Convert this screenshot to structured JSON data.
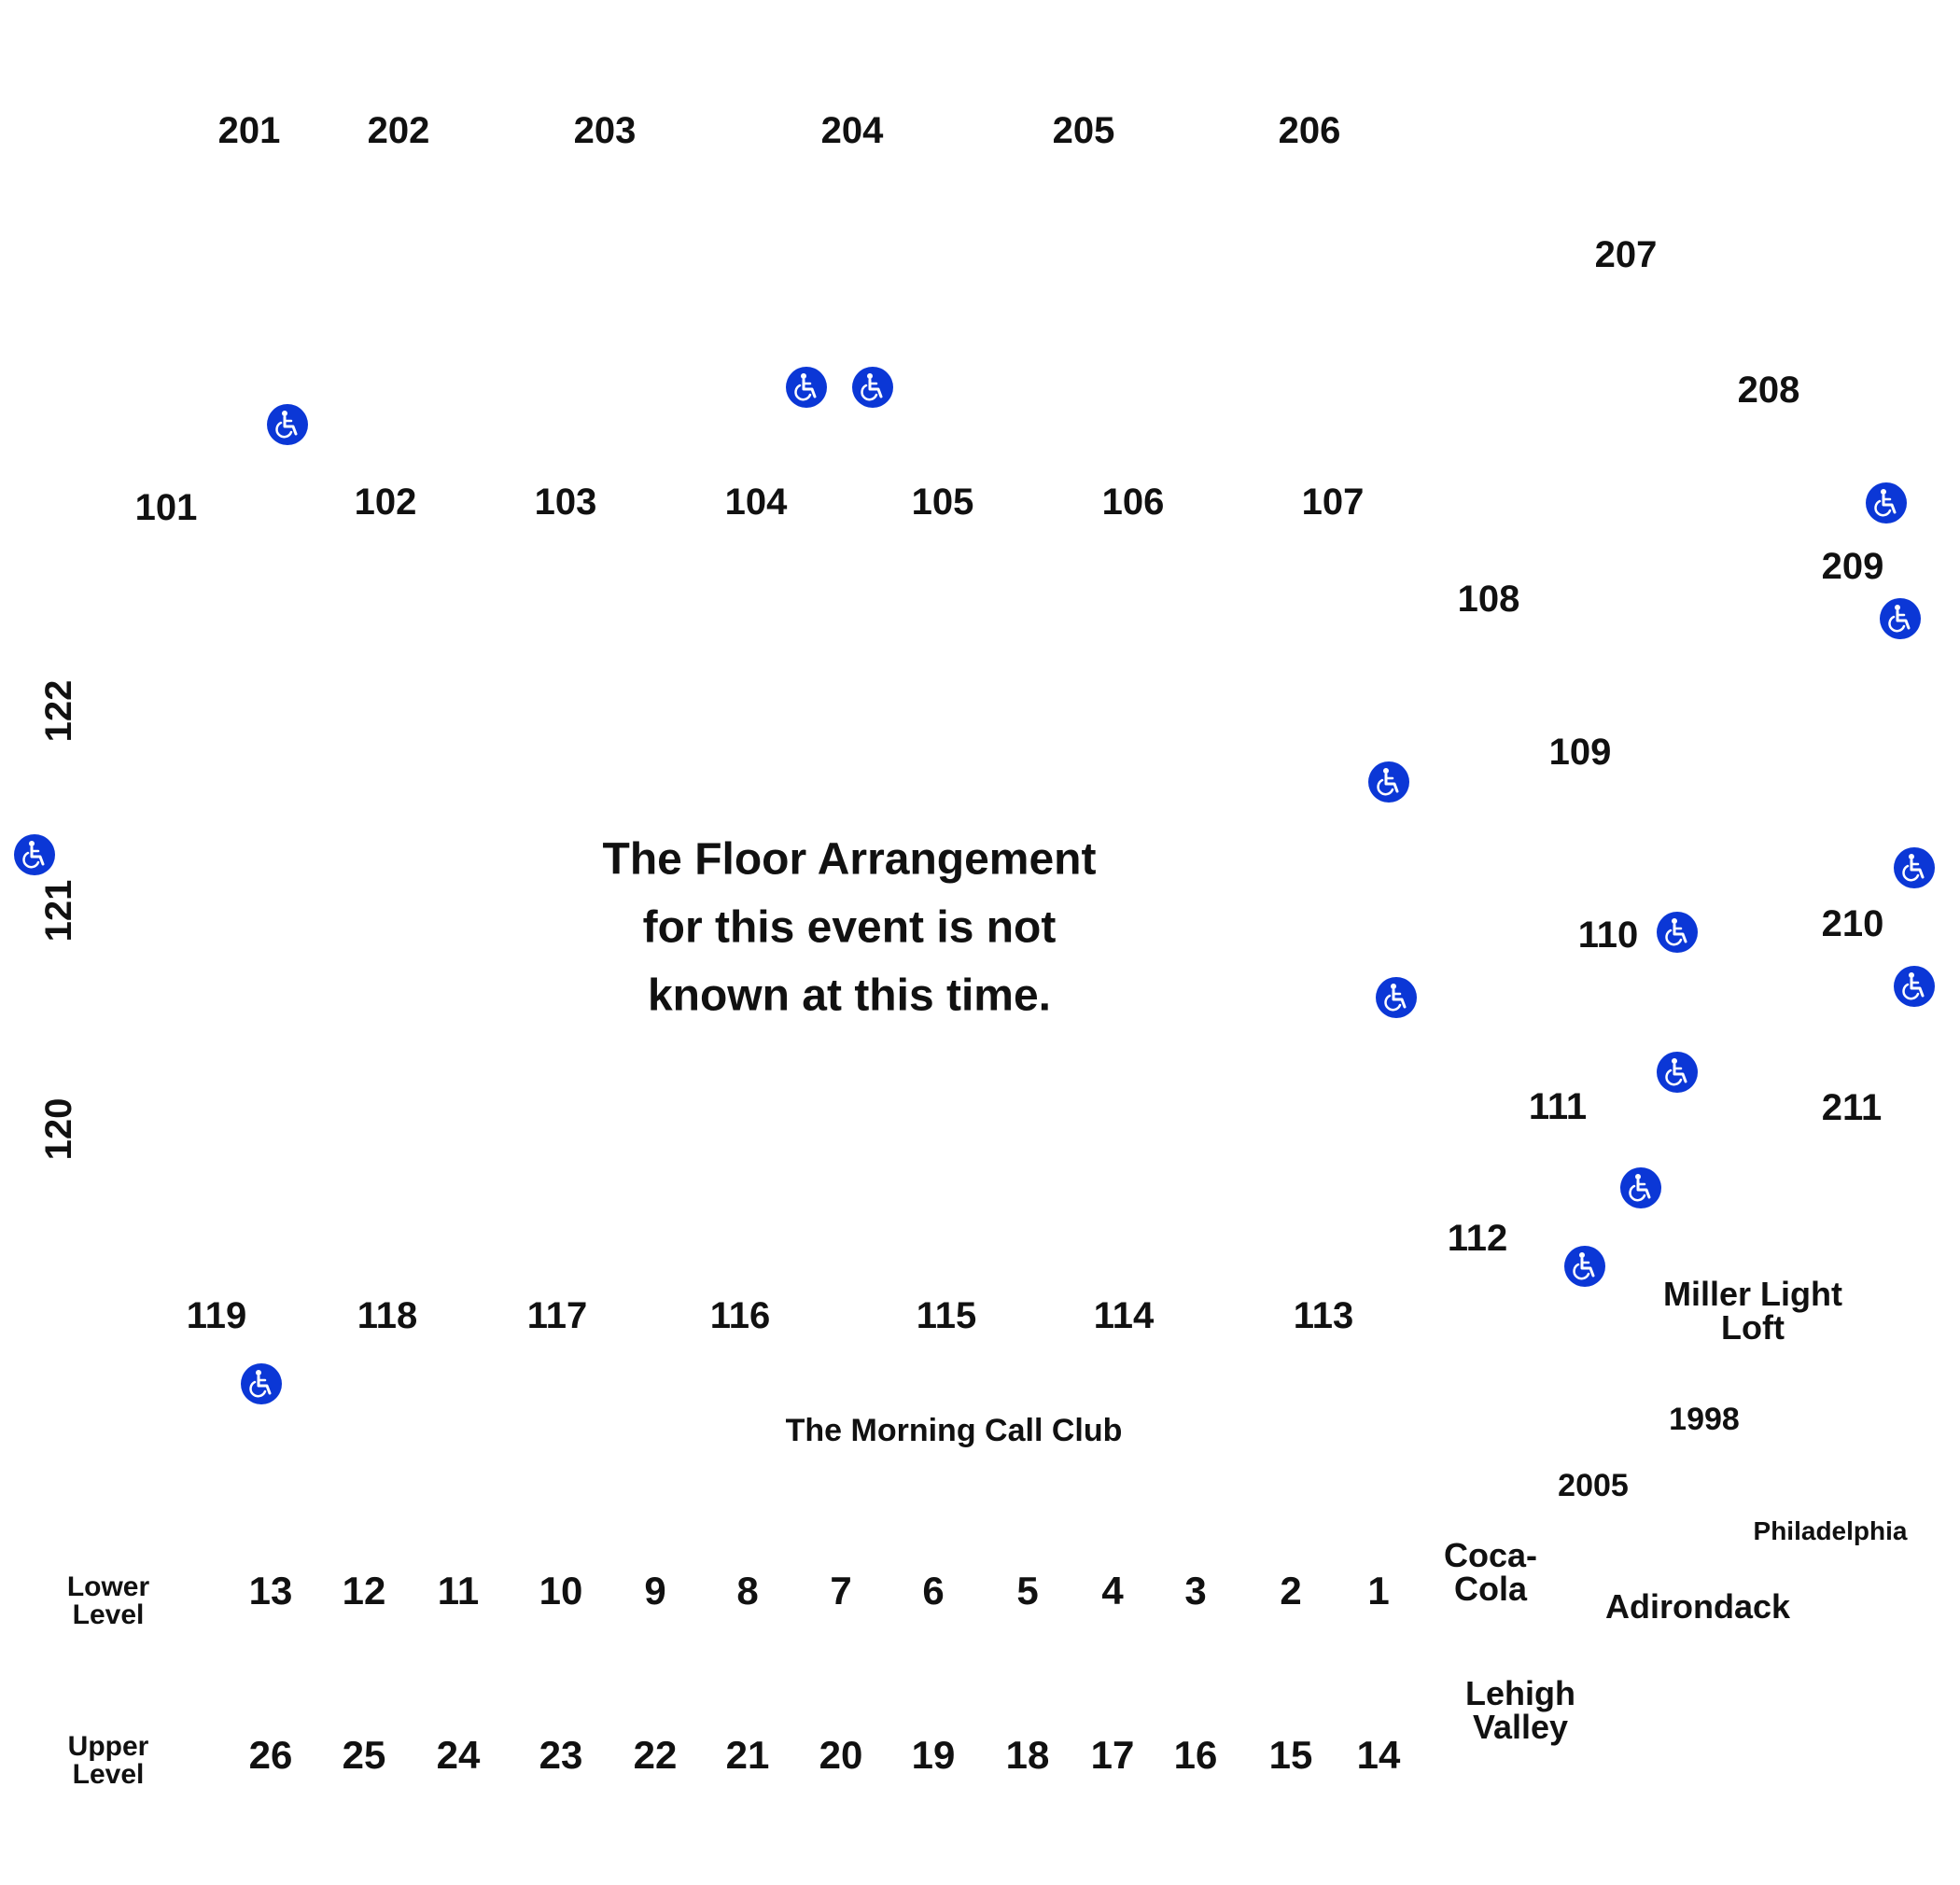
{
  "upper_sections": [
    "201",
    "202",
    "203",
    "204",
    "205",
    "206",
    "207",
    "208",
    "209",
    "210",
    "211"
  ],
  "lower_sections": [
    "101",
    "102",
    "103",
    "104",
    "105",
    "106",
    "107",
    "108",
    "109",
    "110",
    "111",
    "112",
    "113",
    "114",
    "115",
    "116",
    "117",
    "118",
    "119",
    "120",
    "121",
    "122"
  ],
  "notice": "The Floor Arrangement\nfor this event is not\nknown at this time.",
  "clubs": {
    "morning_call": "The Morning Call Club",
    "miller_light": "Miller Light\nLoft",
    "year_1998": "1998",
    "year_2005": "2005",
    "philadelphia": "Philadelphia",
    "coca_cola": "Coca-\nCola",
    "adirondack": "Adirondack",
    "lehigh_valley": "Lehigh\nValley"
  },
  "suites": {
    "lower_label": "Lower\nLevel",
    "upper_label": "Upper\nLevel",
    "lower": [
      "13",
      "12",
      "11",
      "10",
      "9",
      "8",
      "7",
      "6",
      "5",
      "4",
      "3",
      "2",
      "1"
    ],
    "upper": [
      "26",
      "25",
      "24",
      "23",
      "22",
      "21",
      "20",
      "19",
      "18",
      "17",
      "16",
      "15",
      "14"
    ]
  },
  "accessible_icon": "wheelchair-icon",
  "colors": {
    "accessible_bg": "#0b37d6",
    "text": "#111111"
  }
}
